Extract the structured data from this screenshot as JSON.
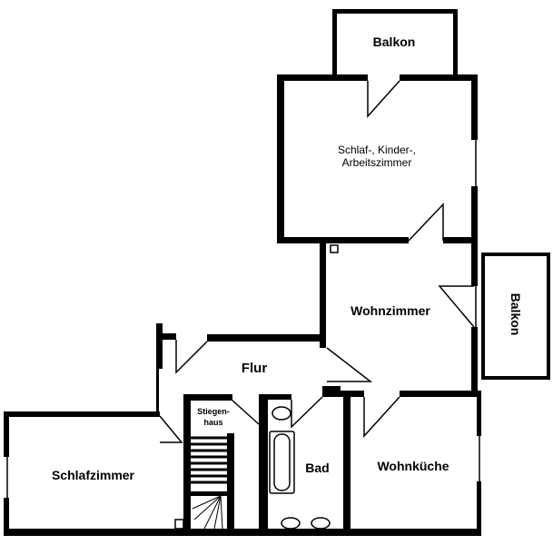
{
  "rooms": {
    "balkon_top": "Balkon",
    "schlaf_kinder_line1": "Schlaf-, Kinder-,",
    "schlaf_kinder_line2": "Arbeitszimmer",
    "wohnzimmer": "Wohnzimmer",
    "balkon_right": "Balkon",
    "flur": "Flur",
    "stiegenhaus_line1": "Stiegen-",
    "stiegenhaus_line2": "haus",
    "bad": "Bad",
    "wohnkueche": "Wohnküche",
    "schlafzimmer": "Schlafzimmer"
  }
}
